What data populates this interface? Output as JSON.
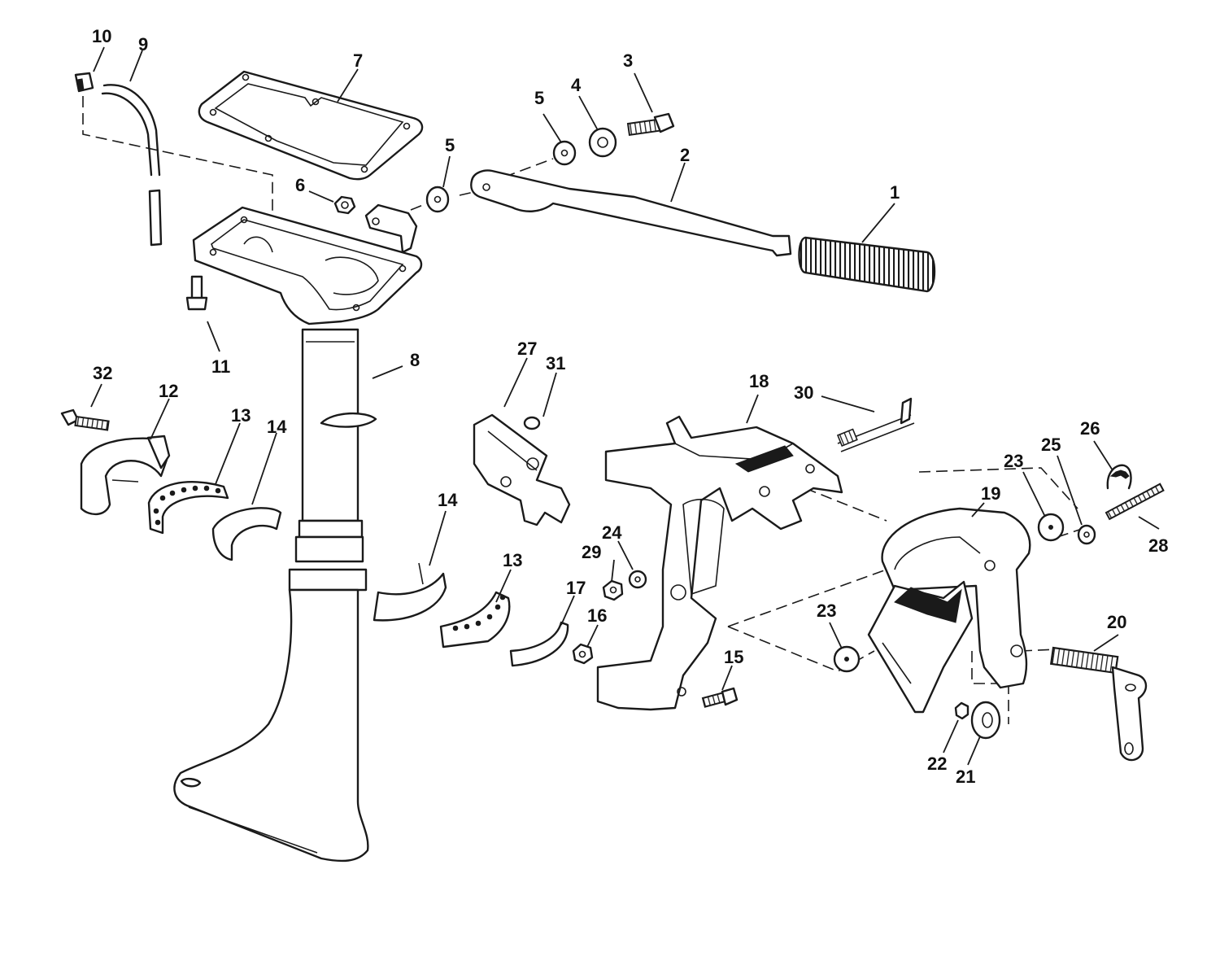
{
  "callouts": [
    {
      "id": "1",
      "label": "1"
    },
    {
      "id": "2",
      "label": "2"
    },
    {
      "id": "3",
      "label": "3"
    },
    {
      "id": "4",
      "label": "4"
    },
    {
      "id": "5a",
      "label": "5"
    },
    {
      "id": "5b",
      "label": "5"
    },
    {
      "id": "6",
      "label": "6"
    },
    {
      "id": "7",
      "label": "7"
    },
    {
      "id": "8",
      "label": "8"
    },
    {
      "id": "9",
      "label": "9"
    },
    {
      "id": "10",
      "label": "10"
    },
    {
      "id": "11",
      "label": "11"
    },
    {
      "id": "12",
      "label": "12"
    },
    {
      "id": "13a",
      "label": "13"
    },
    {
      "id": "13b",
      "label": "13"
    },
    {
      "id": "14a",
      "label": "14"
    },
    {
      "id": "14b",
      "label": "14"
    },
    {
      "id": "15",
      "label": "15"
    },
    {
      "id": "16",
      "label": "16"
    },
    {
      "id": "17",
      "label": "17"
    },
    {
      "id": "18",
      "label": "18"
    },
    {
      "id": "19",
      "label": "19"
    },
    {
      "id": "20",
      "label": "20"
    },
    {
      "id": "21",
      "label": "21"
    },
    {
      "id": "22",
      "label": "22"
    },
    {
      "id": "23a",
      "label": "23"
    },
    {
      "id": "23b",
      "label": "23"
    },
    {
      "id": "24",
      "label": "24"
    },
    {
      "id": "25",
      "label": "25"
    },
    {
      "id": "26",
      "label": "26"
    },
    {
      "id": "27",
      "label": "27"
    },
    {
      "id": "28",
      "label": "28"
    },
    {
      "id": "29",
      "label": "29"
    },
    {
      "id": "30",
      "label": "30"
    },
    {
      "id": "31",
      "label": "31"
    },
    {
      "id": "32",
      "label": "32"
    }
  ]
}
